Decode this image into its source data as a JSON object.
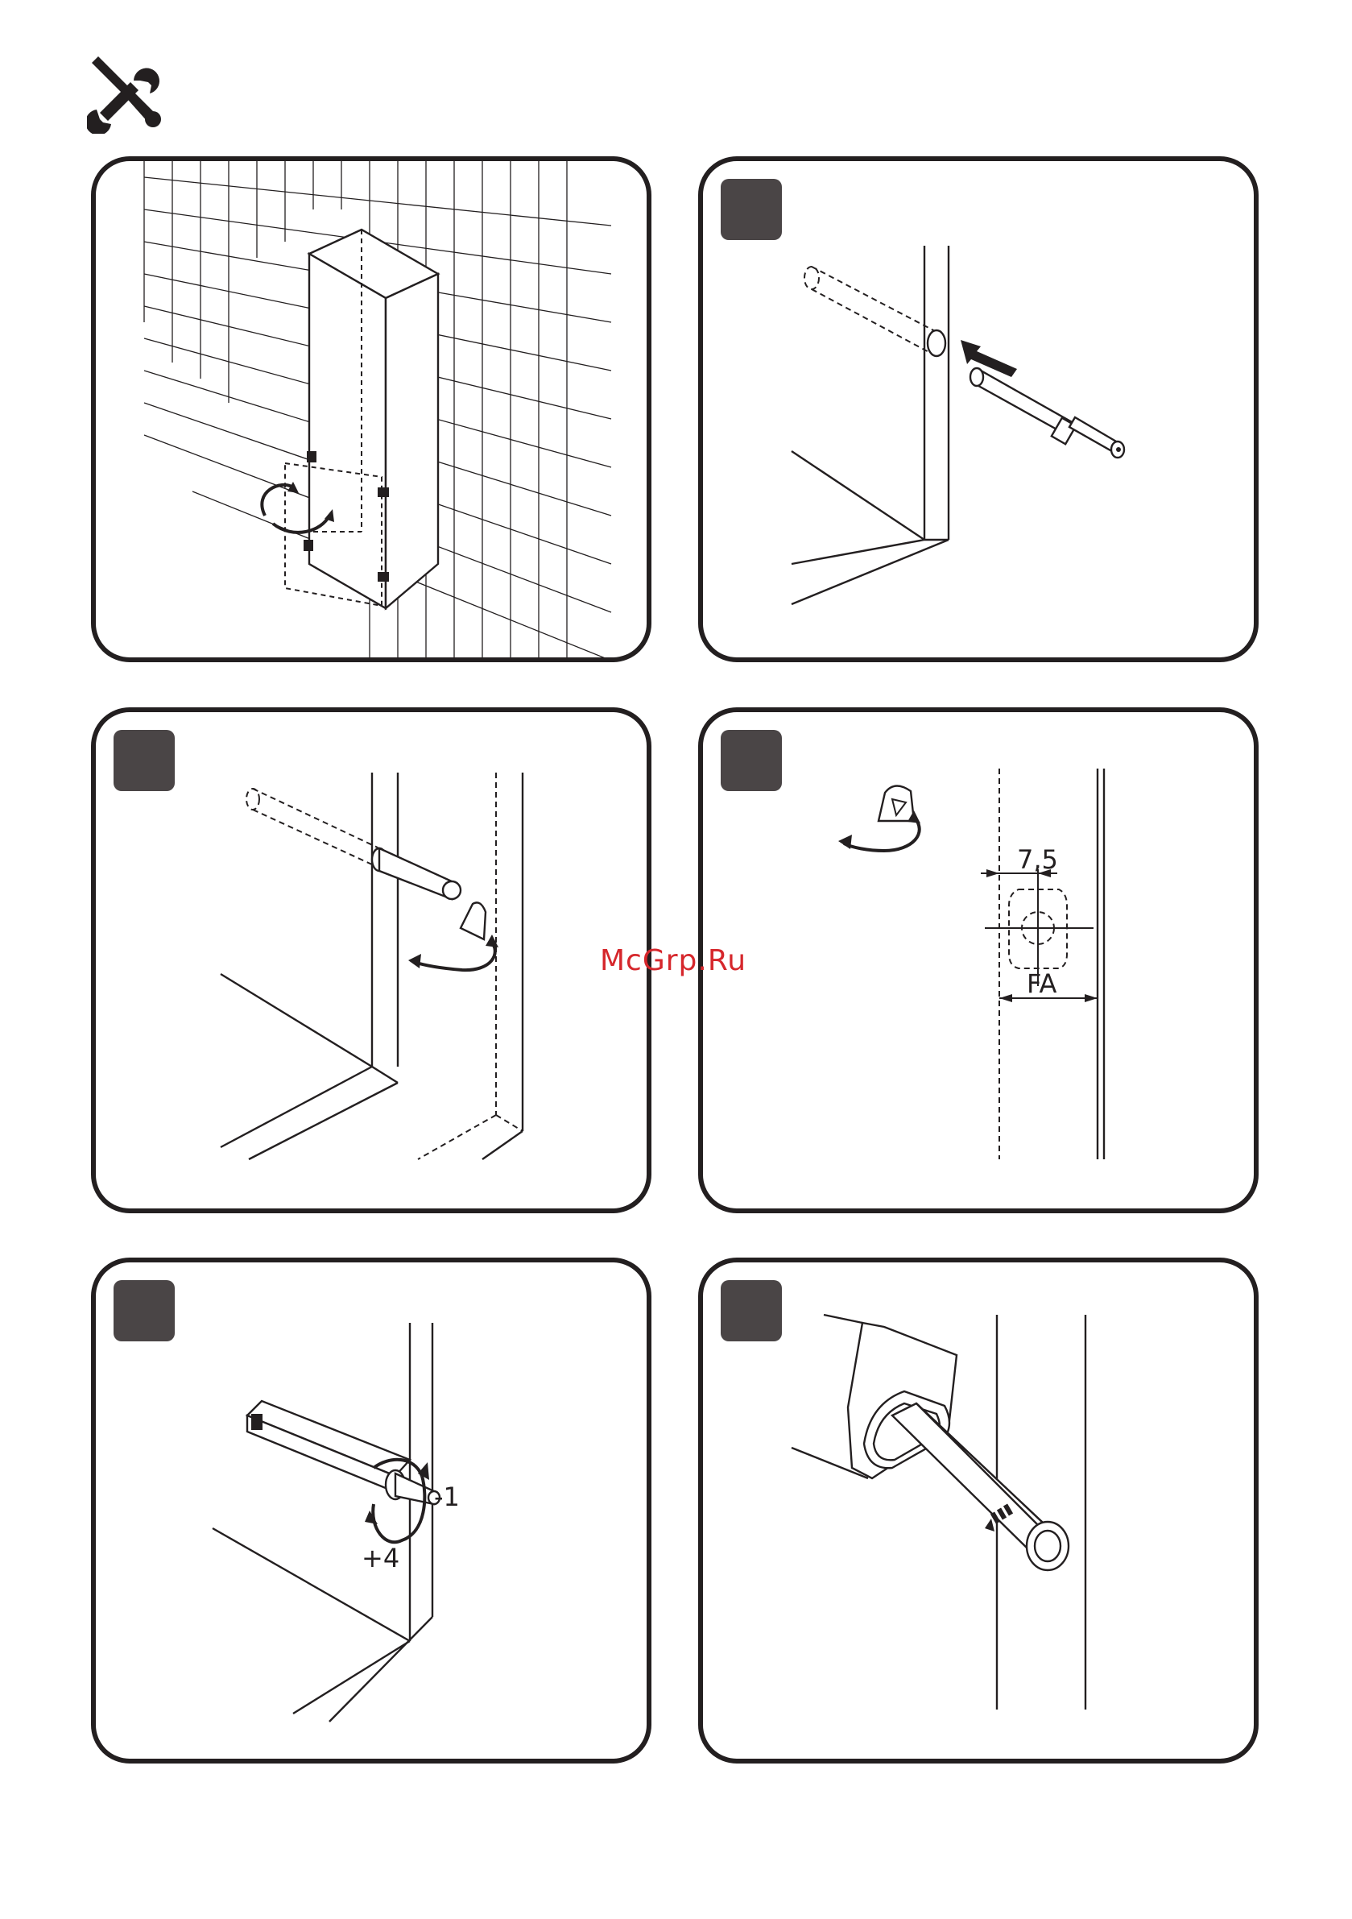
{
  "header": {
    "icon": "tools-icon"
  },
  "watermark": {
    "text": "McGrp.Ru",
    "color": "#d6272c"
  },
  "panels": {
    "p4": {
      "dim_top": "7,5",
      "dim_bottom": "FA"
    },
    "p5": {
      "label_minus": "-1",
      "label_plus": "+4"
    }
  },
  "colors": {
    "ink": "#231f20",
    "badge": "#4a4546"
  }
}
